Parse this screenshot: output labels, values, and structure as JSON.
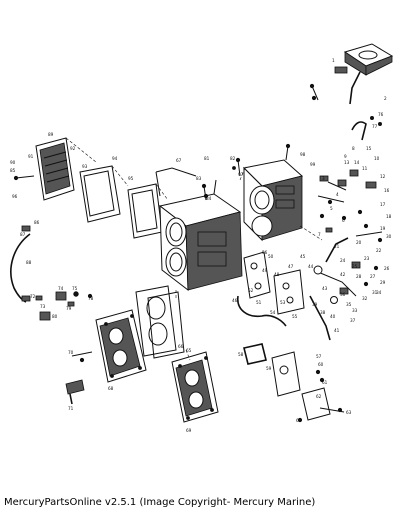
{
  "footer": {
    "caption": "MercuryPartsOnline v2.5.1 (Image Copyright- Mercury Marine)"
  },
  "callouts": [
    {
      "id": "c1",
      "text": "1"
    },
    {
      "id": "c2",
      "text": "2"
    },
    {
      "id": "c3",
      "text": "3"
    },
    {
      "id": "c4",
      "text": "4"
    },
    {
      "id": "c5",
      "text": "5"
    },
    {
      "id": "c6",
      "text": "6"
    },
    {
      "id": "c7",
      "text": "7"
    },
    {
      "id": "c8",
      "text": "8"
    },
    {
      "id": "c9",
      "text": "9"
    },
    {
      "id": "c10",
      "text": "10"
    },
    {
      "id": "c11",
      "text": "11"
    },
    {
      "id": "c12",
      "text": "12"
    },
    {
      "id": "c13",
      "text": "13"
    },
    {
      "id": "c14",
      "text": "14"
    },
    {
      "id": "c15",
      "text": "15"
    },
    {
      "id": "c16",
      "text": "16"
    },
    {
      "id": "c17",
      "text": "17"
    },
    {
      "id": "c18",
      "text": "18"
    },
    {
      "id": "c19",
      "text": "19"
    },
    {
      "id": "c20",
      "text": "20"
    },
    {
      "id": "c21",
      "text": "21"
    },
    {
      "id": "c22",
      "text": "22"
    },
    {
      "id": "c23",
      "text": "23"
    },
    {
      "id": "c24",
      "text": "24"
    },
    {
      "id": "c25",
      "text": "25"
    },
    {
      "id": "c26",
      "text": "26"
    },
    {
      "id": "c27",
      "text": "27"
    },
    {
      "id": "c28",
      "text": "28"
    },
    {
      "id": "c29",
      "text": "29"
    },
    {
      "id": "c30",
      "text": "30"
    },
    {
      "id": "c31",
      "text": "31"
    },
    {
      "id": "c32",
      "text": "32"
    },
    {
      "id": "c33",
      "text": "33"
    },
    {
      "id": "c34",
      "text": "34"
    },
    {
      "id": "c35",
      "text": "35"
    },
    {
      "id": "c36",
      "text": "36"
    },
    {
      "id": "c37",
      "text": "37"
    },
    {
      "id": "c38",
      "text": "38"
    },
    {
      "id": "c39",
      "text": "39"
    },
    {
      "id": "c40",
      "text": "40"
    },
    {
      "id": "c41",
      "text": "41"
    },
    {
      "id": "c42",
      "text": "42"
    },
    {
      "id": "c43",
      "text": "43"
    },
    {
      "id": "c44",
      "text": "44"
    },
    {
      "id": "c45",
      "text": "45"
    },
    {
      "id": "c46",
      "text": "46"
    },
    {
      "id": "c47",
      "text": "47"
    },
    {
      "id": "c48",
      "text": "48"
    },
    {
      "id": "c49",
      "text": "49"
    },
    {
      "id": "c50",
      "text": "50"
    },
    {
      "id": "c51",
      "text": "51"
    },
    {
      "id": "c52",
      "text": "52"
    },
    {
      "id": "c53",
      "text": "53"
    },
    {
      "id": "c54",
      "text": "54"
    },
    {
      "id": "c55",
      "text": "55"
    },
    {
      "id": "c56",
      "text": "56"
    },
    {
      "id": "c57",
      "text": "57"
    },
    {
      "id": "c58",
      "text": "58"
    },
    {
      "id": "c59",
      "text": "59"
    },
    {
      "id": "c60",
      "text": "60"
    },
    {
      "id": "c61",
      "text": "61"
    },
    {
      "id": "c62",
      "text": "62"
    },
    {
      "id": "c63",
      "text": "63"
    },
    {
      "id": "c64",
      "text": "64"
    },
    {
      "id": "c65",
      "text": "65"
    },
    {
      "id": "c66",
      "text": "66"
    },
    {
      "id": "c67",
      "text": "67"
    },
    {
      "id": "c68",
      "text": "68"
    },
    {
      "id": "c69",
      "text": "69"
    },
    {
      "id": "c70",
      "text": "70"
    },
    {
      "id": "c71",
      "text": "71"
    },
    {
      "id": "c72",
      "text": "72"
    },
    {
      "id": "c73",
      "text": "73"
    },
    {
      "id": "c74",
      "text": "74"
    },
    {
      "id": "c75",
      "text": "75"
    },
    {
      "id": "c76",
      "text": "76"
    },
    {
      "id": "c77",
      "text": "77"
    },
    {
      "id": "c78",
      "text": "78"
    },
    {
      "id": "c79",
      "text": "79"
    },
    {
      "id": "c80",
      "text": "80"
    },
    {
      "id": "c81",
      "text": "81"
    },
    {
      "id": "c82",
      "text": "82"
    },
    {
      "id": "c83",
      "text": "83"
    },
    {
      "id": "c84",
      "text": "84"
    },
    {
      "id": "c85",
      "text": "85"
    },
    {
      "id": "c86",
      "text": "86"
    },
    {
      "id": "c87",
      "text": "87"
    },
    {
      "id": "c88",
      "text": "88"
    },
    {
      "id": "c89",
      "text": "89"
    },
    {
      "id": "c90",
      "text": "90"
    },
    {
      "id": "c91",
      "text": "91"
    },
    {
      "id": "c92",
      "text": "92"
    },
    {
      "id": "c93",
      "text": "93"
    },
    {
      "id": "c94",
      "text": "94"
    },
    {
      "id": "c95",
      "text": "95"
    },
    {
      "id": "c96",
      "text": "96"
    },
    {
      "id": "c97",
      "text": "97"
    },
    {
      "id": "c98",
      "text": "98"
    },
    {
      "id": "c99",
      "text": "99"
    }
  ]
}
